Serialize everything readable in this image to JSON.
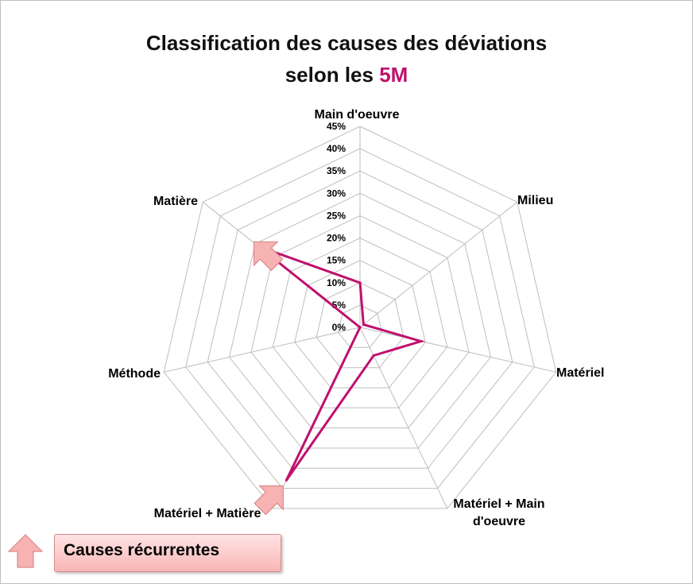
{
  "title": {
    "line1": "Classification des causes des déviations",
    "line2_prefix": "selon les ",
    "line2_accent": "5M"
  },
  "legend": {
    "label": "Causes récurrentes"
  },
  "colors": {
    "series": "#c0106e",
    "accent_text": "#c0106e",
    "grid": "#bdbdbd",
    "arrow_fill": "#f7b2b2",
    "arrow_stroke": "#d98a8a"
  },
  "icons": [
    "callout-arrow-icon"
  ],
  "chart_data": {
    "type": "radar",
    "title": "Classification des causes des déviations selon les 5M",
    "categories": [
      "Main d'oeuvre",
      "Milieu",
      "Matériel",
      "Matériel + Main d'oeuvre",
      "Matériel + Matière",
      "Méthode",
      "Matière"
    ],
    "series": [
      {
        "values": [
          0.1,
          0.01,
          0.14,
          0.07,
          0.38,
          0.0,
          0.29
        ]
      }
    ],
    "highlighted_categories": [
      "Matière",
      "Matériel + Matière"
    ],
    "rlim": [
      0,
      0.45
    ],
    "ticks": [
      "0%",
      "5%",
      "10%",
      "15%",
      "20%",
      "25%",
      "30%",
      "35%",
      "40%",
      "45%"
    ],
    "grid": true,
    "legend": "bottom-left"
  }
}
